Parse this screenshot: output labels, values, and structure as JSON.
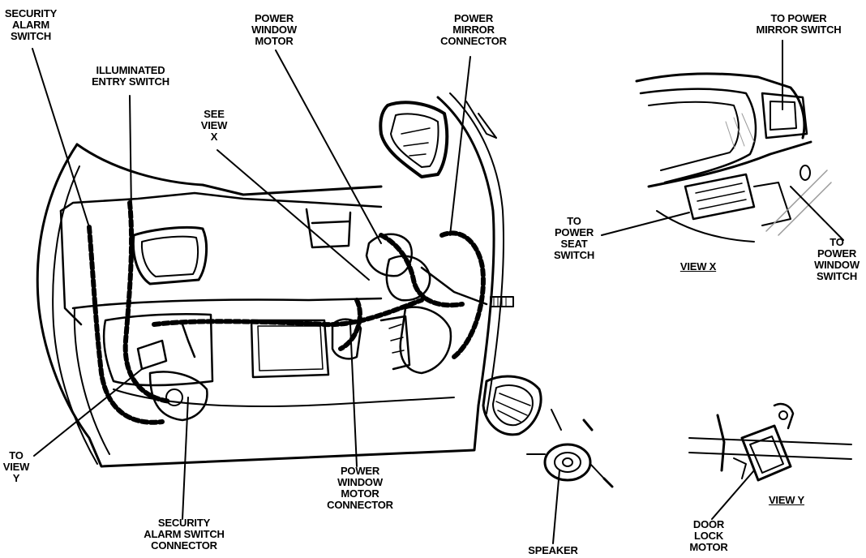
{
  "labels": {
    "security_alarm_switch": "SECURITY\nALARM\nSWITCH",
    "illuminated_entry_switch": "ILLUMINATED\nENTRY SWITCH",
    "power_window_motor": "POWER\nWINDOW\nMOTOR",
    "power_mirror_connector": "POWER\nMIRROR\nCONNECTOR",
    "see_view_x": "SEE\nVIEW\nX",
    "to_power_mirror_switch": "TO POWER\nMIRROR SWITCH",
    "to_power_seat_switch": "TO\nPOWER\nSEAT\nSWITCH",
    "view_x": "VIEW X",
    "to_power_window_switch": "TO\nPOWER\nWINDOW\nSWITCH",
    "to_view_y": "TO\nVIEW\nY",
    "security_alarm_switch_connector": "SECURITY\nALARM SWITCH\nCONNECTOR",
    "power_window_motor_connector": "POWER\nWINDOW\nMOTOR\nCONNECTOR",
    "speaker": "SPEAKER",
    "view_y": "VIEW Y",
    "door_lock_motor": "DOOR\nLOCK\nMOTOR"
  },
  "colors": {
    "ink": "#000000",
    "paper": "#ffffff",
    "shade": "#9a9a9a"
  }
}
